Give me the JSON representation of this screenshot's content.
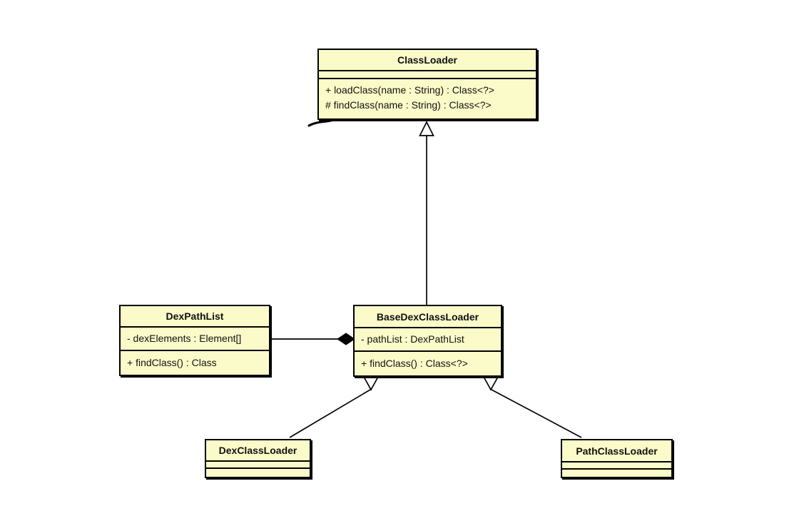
{
  "diagram": {
    "type": "uml-class-diagram",
    "colors": {
      "background": "#ffffff",
      "box_fill": "#fbfbc9",
      "box_border": "#000000",
      "line": "#000000"
    },
    "classes": [
      {
        "name": "ClassLoader",
        "attributes": [],
        "methods": [
          "+ loadClass(name : String) : Class<?>",
          "# findClass(name : String) : Class<?>"
        ]
      },
      {
        "name": "DexPathList",
        "attributes": [
          "- dexElements : Element[]"
        ],
        "methods": [
          "+ findClass() : Class"
        ]
      },
      {
        "name": "BaseDexClassLoader",
        "attributes": [
          "- pathList : DexPathList"
        ],
        "methods": [
          "+ findClass() : Class<?>"
        ]
      },
      {
        "name": "DexClassLoader",
        "attributes": [],
        "methods": []
      },
      {
        "name": "PathClassLoader",
        "attributes": [],
        "methods": []
      }
    ],
    "relationships": [
      {
        "from": "BaseDexClassLoader",
        "to": "ClassLoader",
        "type": "generalization"
      },
      {
        "from": "DexClassLoader",
        "to": "BaseDexClassLoader",
        "type": "generalization"
      },
      {
        "from": "PathClassLoader",
        "to": "BaseDexClassLoader",
        "type": "generalization"
      },
      {
        "from": "BaseDexClassLoader",
        "to": "DexPathList",
        "type": "composition"
      }
    ]
  }
}
